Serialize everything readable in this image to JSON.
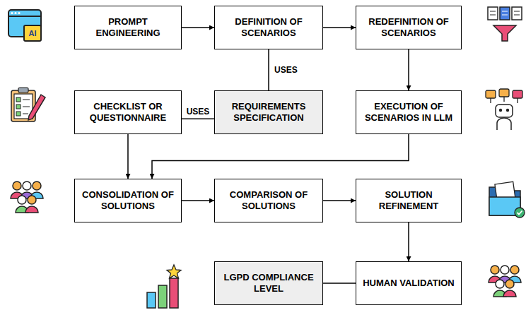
{
  "diagram": {
    "nodes": [
      {
        "text": [
          "PROMPT ENGINEERING"
        ]
      },
      {
        "text": [
          "DEFINITION OF SCENARIOS"
        ]
      },
      {
        "text": [
          "REDEFINITION OF SCENARIOS"
        ]
      },
      {
        "text": [
          "CHECKLIST OR QUESTIONNAIRE"
        ]
      },
      {
        "text": [
          "REQUIREMENTS SPECIFICATION"
        ]
      },
      {
        "text": [
          "EXECUTION OF SCENARIOS IN LLM"
        ]
      },
      {
        "text": [
          "CONSOLIDATION OF SOLUTIONS"
        ]
      },
      {
        "text": [
          "COMPARISON OF SOLUTIONS"
        ]
      },
      {
        "text": [
          "SOLUTION REFINEMENT"
        ]
      },
      {
        "text": [
          "LGPD COMPLIANCE LEVEL"
        ]
      },
      {
        "text": [
          "HUMAN VALIDATION"
        ]
      }
    ],
    "edges": [
      {
        "from": 0,
        "to": 1,
        "arrow": "to"
      },
      {
        "from": 1,
        "to": 2,
        "arrow": "to"
      },
      {
        "from": 1,
        "to": 4,
        "label": "USES",
        "arrow": "none"
      },
      {
        "from": 3,
        "to": 4,
        "label": "USES",
        "arrow": "none"
      },
      {
        "from": 2,
        "to": 5,
        "arrow": "to"
      },
      {
        "from": 3,
        "to": 6,
        "arrow": "to"
      },
      {
        "from": 5,
        "to": 6,
        "arrow": "to"
      },
      {
        "from": 6,
        "to": 7,
        "arrow": "to"
      },
      {
        "from": 7,
        "to": 8,
        "arrow": "to"
      },
      {
        "from": 8,
        "to": 10,
        "arrow": "to"
      },
      {
        "from": 10,
        "to": 9,
        "arrow": "none"
      }
    ],
    "labels": [
      "AI"
    ]
  }
}
